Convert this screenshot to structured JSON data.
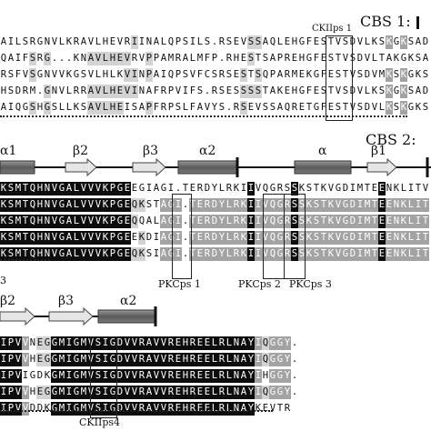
{
  "figure": {
    "cbs1_heading": "CBS 1:",
    "cbs2_heading": "CBS 2:",
    "cbs1_rows": [
      "AILSRGNVLKRAVLHEVRIINALQPSILS.RSEVSSAQLEHGFESTVSDVLKSKGKSADGS",
      "QAIFSRG...KNAVLHEVRVPPAMRALMFP.RHESTSAPREHGFESTVSDVLTAKGKSADGS",
      "RSFVSGNVVKGSVLHLKVINPAIQPSVFCSRSESTSQPARMEKGFESTVSDVMKSKGKSADGS",
      "HSDRM.GNVLRRAVLHEVINAFRPVIFS.RSESSSSTAKEHGFESTVSDVLKSKGKSADGS",
      "AIQGSHGSLLKSAVLHEISAPFRPSLFAVYS.RSEVSSAQRETGFESTVSDVLKSKGKSADGS"
    ],
    "cbs2_rows": [
      "KSMTQHNVGALVVVKPGEEGIAGI.TERDYLRKIIVQGRSSKSTKVGDIMTEENKLITVTPDTKV",
      "KSMTQHNVGALVVVKPGEQKSTAGI.TERDYLRKIIVQGRSSKSTKVGDIMTEENKLITVTPDTKV",
      "KSMTQHNVGALVVVKPGEQQALAGI.TERDYLRKIIVQGRSSKSTKVGDIMTEENKLITVTPDTKV",
      "KSMTQHNVGALVVVKPGEEKDIAGI.TERDYLRKIIVQGRSSKSTKVGDIMTEENKLITVTPDTKV",
      "KSMTQHNVGALVVVKPGEQKSIAGI.TERDYLRKIIVQGRSSKSTKVGDIMTEENKLITVTPDTKV"
    ],
    "cbs3_rows": [
      "IPVVNEGGMIGMVSIGDVVRAVVREHREELRLNAYIQGGY.",
      "IPVVHEGGMIGMVSIGDVVRAVVREHREELRLNAYIQGGY.",
      "IPVIGDKGMIGMVSIGDVVRAVVREHREELRLNAYIHGGY.",
      "IPVVHEGGMIGMVSIGDVVRAVVREHREELRLNAYIQGGY.",
      "IPVVDDKGMIGMVSIGDVVRAVVREHREELRLNAYKEVTR"
    ],
    "structure_row1": {
      "alpha1": "α1",
      "beta2": "β2",
      "beta3": "β3",
      "alpha2": "α2",
      "alpha": "α",
      "beta1": "β1"
    },
    "structure_row2": {
      "beta2": "β2",
      "beta3": "β3",
      "alpha2": "α2"
    },
    "sites": {
      "ckiips1": "CKIIps 1",
      "pkcps1": "PKCps 1",
      "pkcps2": "PKCps 2",
      "pkcps3": "PKCps 3",
      "ckiips4": "CKIIps4"
    },
    "stray_marker": "3",
    "colors": {
      "conserved": "#0d0d0d",
      "similar": "#a3a3a3",
      "weak": "#d3d3d3",
      "helix": "#666666",
      "strand": "#e0e0e0"
    }
  }
}
